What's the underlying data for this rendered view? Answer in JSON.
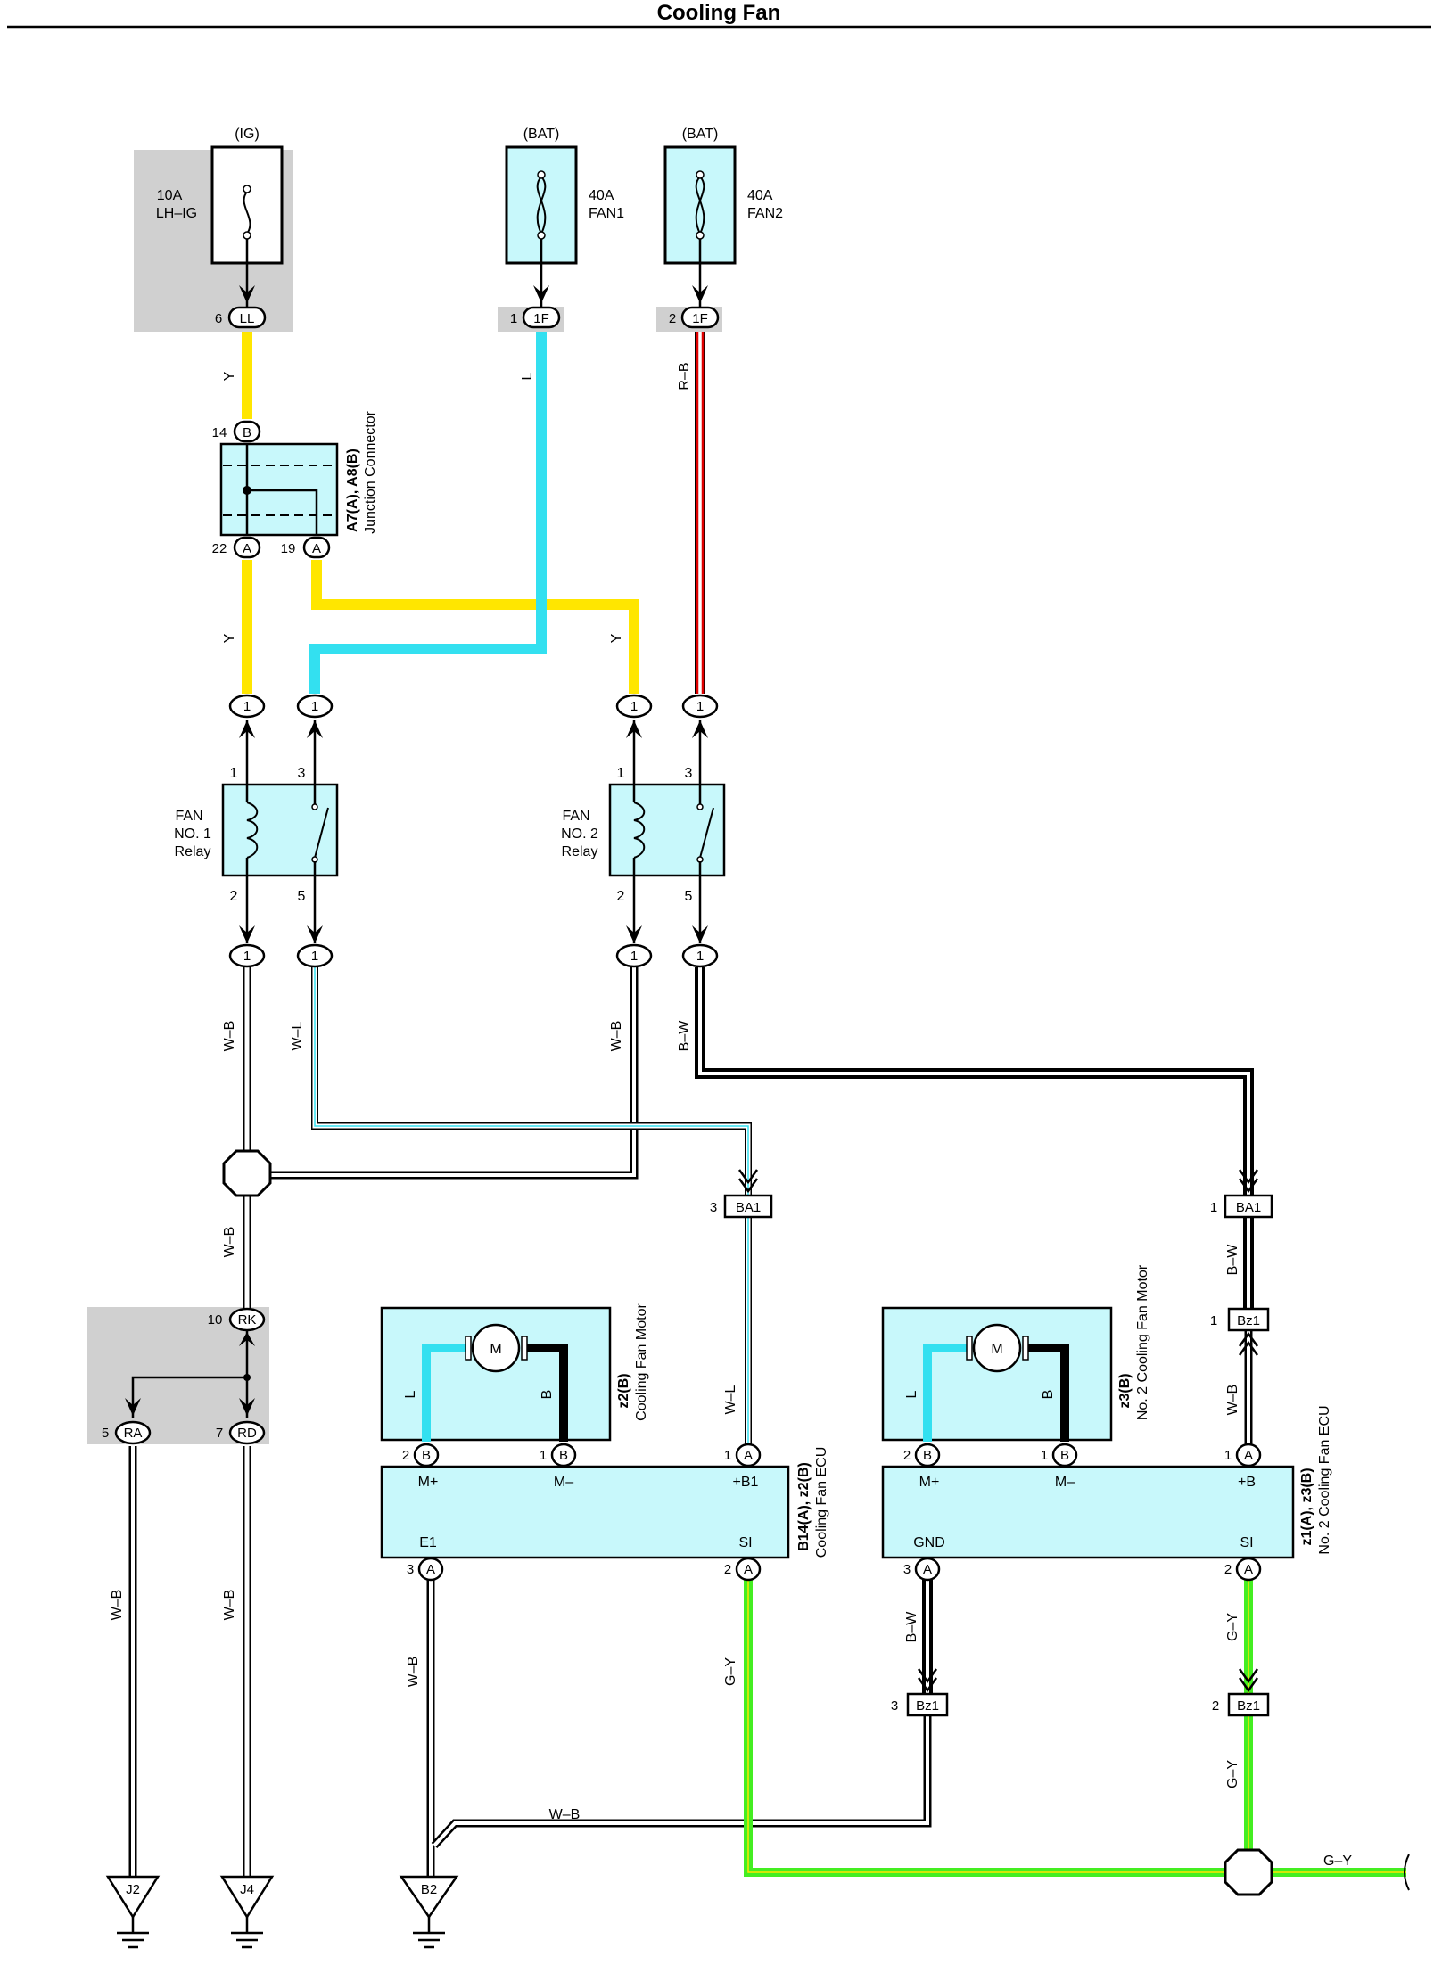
{
  "title": "Cooling Fan",
  "sources": {
    "ig": "(IG)",
    "bat1": "(BAT)",
    "bat2": "(BAT)"
  },
  "fuses": {
    "lhig_amp": "10A",
    "lhig_name": "LH–IG",
    "fan1_amp": "40A",
    "fan1_name": "FAN1",
    "fan2_amp": "40A",
    "fan2_name": "FAN2"
  },
  "junction": {
    "code": "A7(A), A8(B)",
    "name": "Junction Connector"
  },
  "relays": {
    "r1": [
      "FAN",
      "NO. 1",
      "Relay"
    ],
    "r2": [
      "FAN",
      "NO. 2",
      "Relay"
    ]
  },
  "motors": {
    "m1_code": "z2(B)",
    "m1_name": "Cooling Fan Motor",
    "m2_code": "z3(B)",
    "m2_name": "No. 2 Cooling Fan Motor",
    "m_letter": "M"
  },
  "ecus": {
    "e1_code": "B14(A), z2(B)",
    "e1_name": "Cooling Fan ECU",
    "e1_pins": {
      "mplus": "M+",
      "mminus": "M–",
      "b": "+B1",
      "e": "E1",
      "si": "SI"
    },
    "e2_code": "z1(A), z3(B)",
    "e2_name": "No. 2 Cooling Fan ECU",
    "e2_pins": {
      "mplus": "M+",
      "mminus": "M–",
      "b": "+B",
      "e": "GND",
      "si": "SI"
    }
  },
  "wire_colors": {
    "Y": "Y",
    "L": "L",
    "RB": "R–B",
    "WB": "W–B",
    "WL": "W–L",
    "BW": "B–W",
    "GY": "G–Y"
  },
  "connectors": {
    "LL": "LL",
    "1F": "1F",
    "B": "B",
    "A": "A",
    "one": "1",
    "BA1": "BA1",
    "Bz1": "Bz1",
    "RK": "RK",
    "RA": "RA",
    "RD": "RD"
  },
  "pins": {
    "p1": "1",
    "p2": "2",
    "p3": "3",
    "p5": "5",
    "p6": "6",
    "p7": "7",
    "p10": "10",
    "p14": "14",
    "p19": "19",
    "p22": "22"
  },
  "grounds": {
    "j2": "J2",
    "j4": "J4",
    "b2": "B2"
  },
  "colors": {
    "yellow": "#ffe600",
    "blue": "#33e0f0",
    "red": "#e00000",
    "green": "#44ee22",
    "component": "#c8f8fb",
    "shade": "#d0d0d0"
  }
}
